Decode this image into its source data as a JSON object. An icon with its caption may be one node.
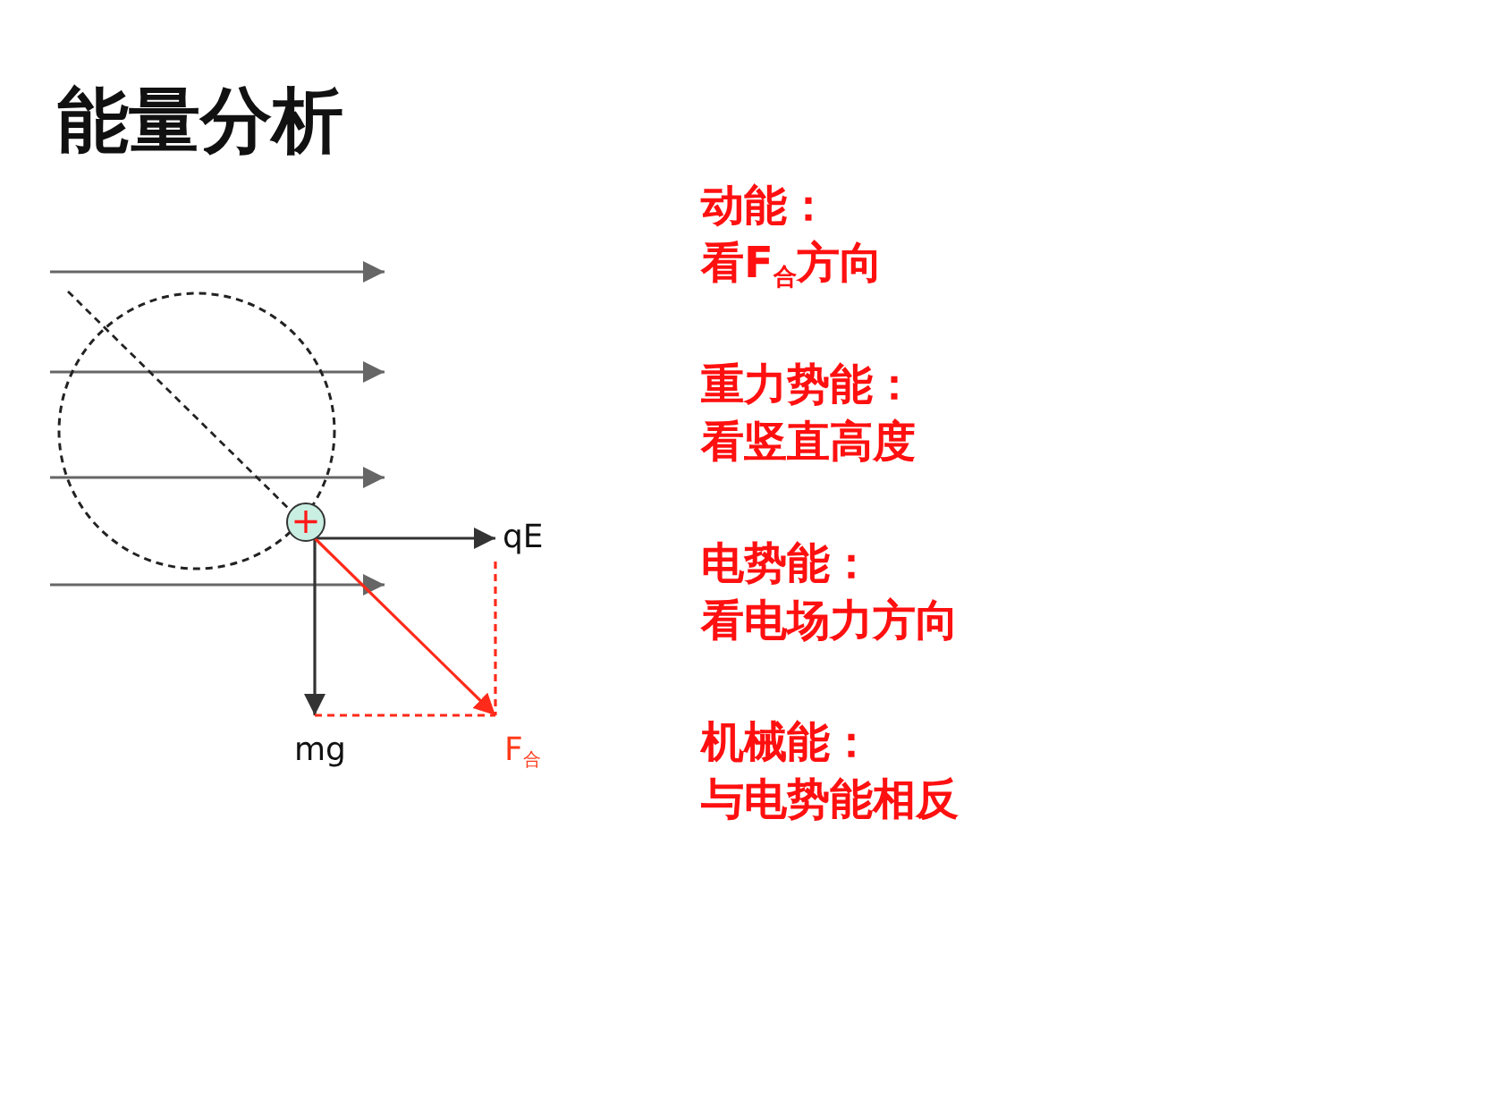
{
  "diagram": {
    "title": "能量分析",
    "nodes": [
      {
        "text": [
          "+"
        ]
      },
      {
        "text": [
          "qE"
        ]
      },
      {
        "text": [
          "mg"
        ]
      },
      {
        "text": [
          "F$_{合}$"
        ]
      }
    ],
    "edges": [
      {
        "from": 0,
        "to": 1,
        "arrow": "to",
        "color": "#333333"
      },
      {
        "from": 0,
        "to": 2,
        "arrow": "to",
        "color": "#333333"
      },
      {
        "from": 0,
        "to": 3,
        "arrow": "to",
        "color": "#ff2a1a"
      },
      {
        "from": 1,
        "to": 3,
        "arrow": "none",
        "style": "dashed",
        "color": "#ff2a1a"
      },
      {
        "from": 2,
        "to": 3,
        "arrow": "none",
        "style": "dashed",
        "color": "#ff2a1a"
      }
    ],
    "labels": [
      "动能：",
      "看F$_{合}$方向",
      "重力势能：",
      "看竖直高度",
      "电势能：",
      "看电场力方向",
      "机械能：",
      "与电势能相反"
    ]
  }
}
